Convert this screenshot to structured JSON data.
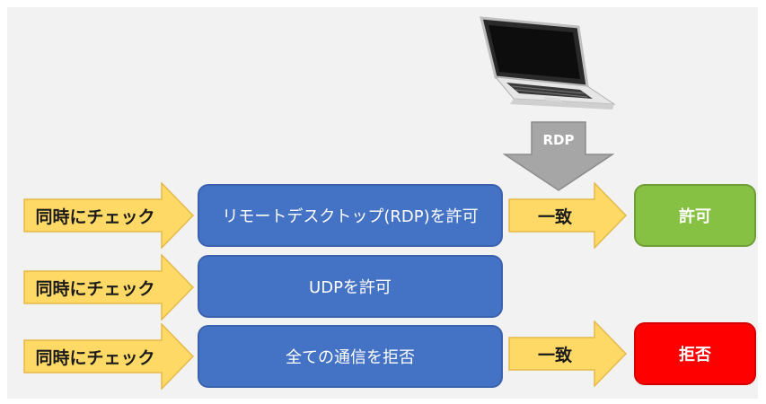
{
  "inputs": [
    {
      "label": "同時にチェック"
    },
    {
      "label": "同時にチェック"
    },
    {
      "label": "同時にチェック"
    }
  ],
  "rules": [
    {
      "label": "リモートデスクトップ(RDP)を許可"
    },
    {
      "label": "UDPを許可"
    },
    {
      "label": "全ての通信を拒否"
    }
  ],
  "matches": [
    {
      "label": "一致"
    },
    {
      "label": "一致"
    }
  ],
  "results": [
    {
      "label": "許可",
      "color": "#86c144"
    },
    {
      "label": "拒否",
      "color": "#ff0000"
    }
  ],
  "traffic": {
    "label": "RDP",
    "icon": "laptop-icon"
  },
  "colors": {
    "arrow_fill": "#ffd966",
    "arrow_stroke": "#e6b84a",
    "rule_fill": "#4472c4",
    "traffic_arrow_fill": "#a6a6a6"
  }
}
